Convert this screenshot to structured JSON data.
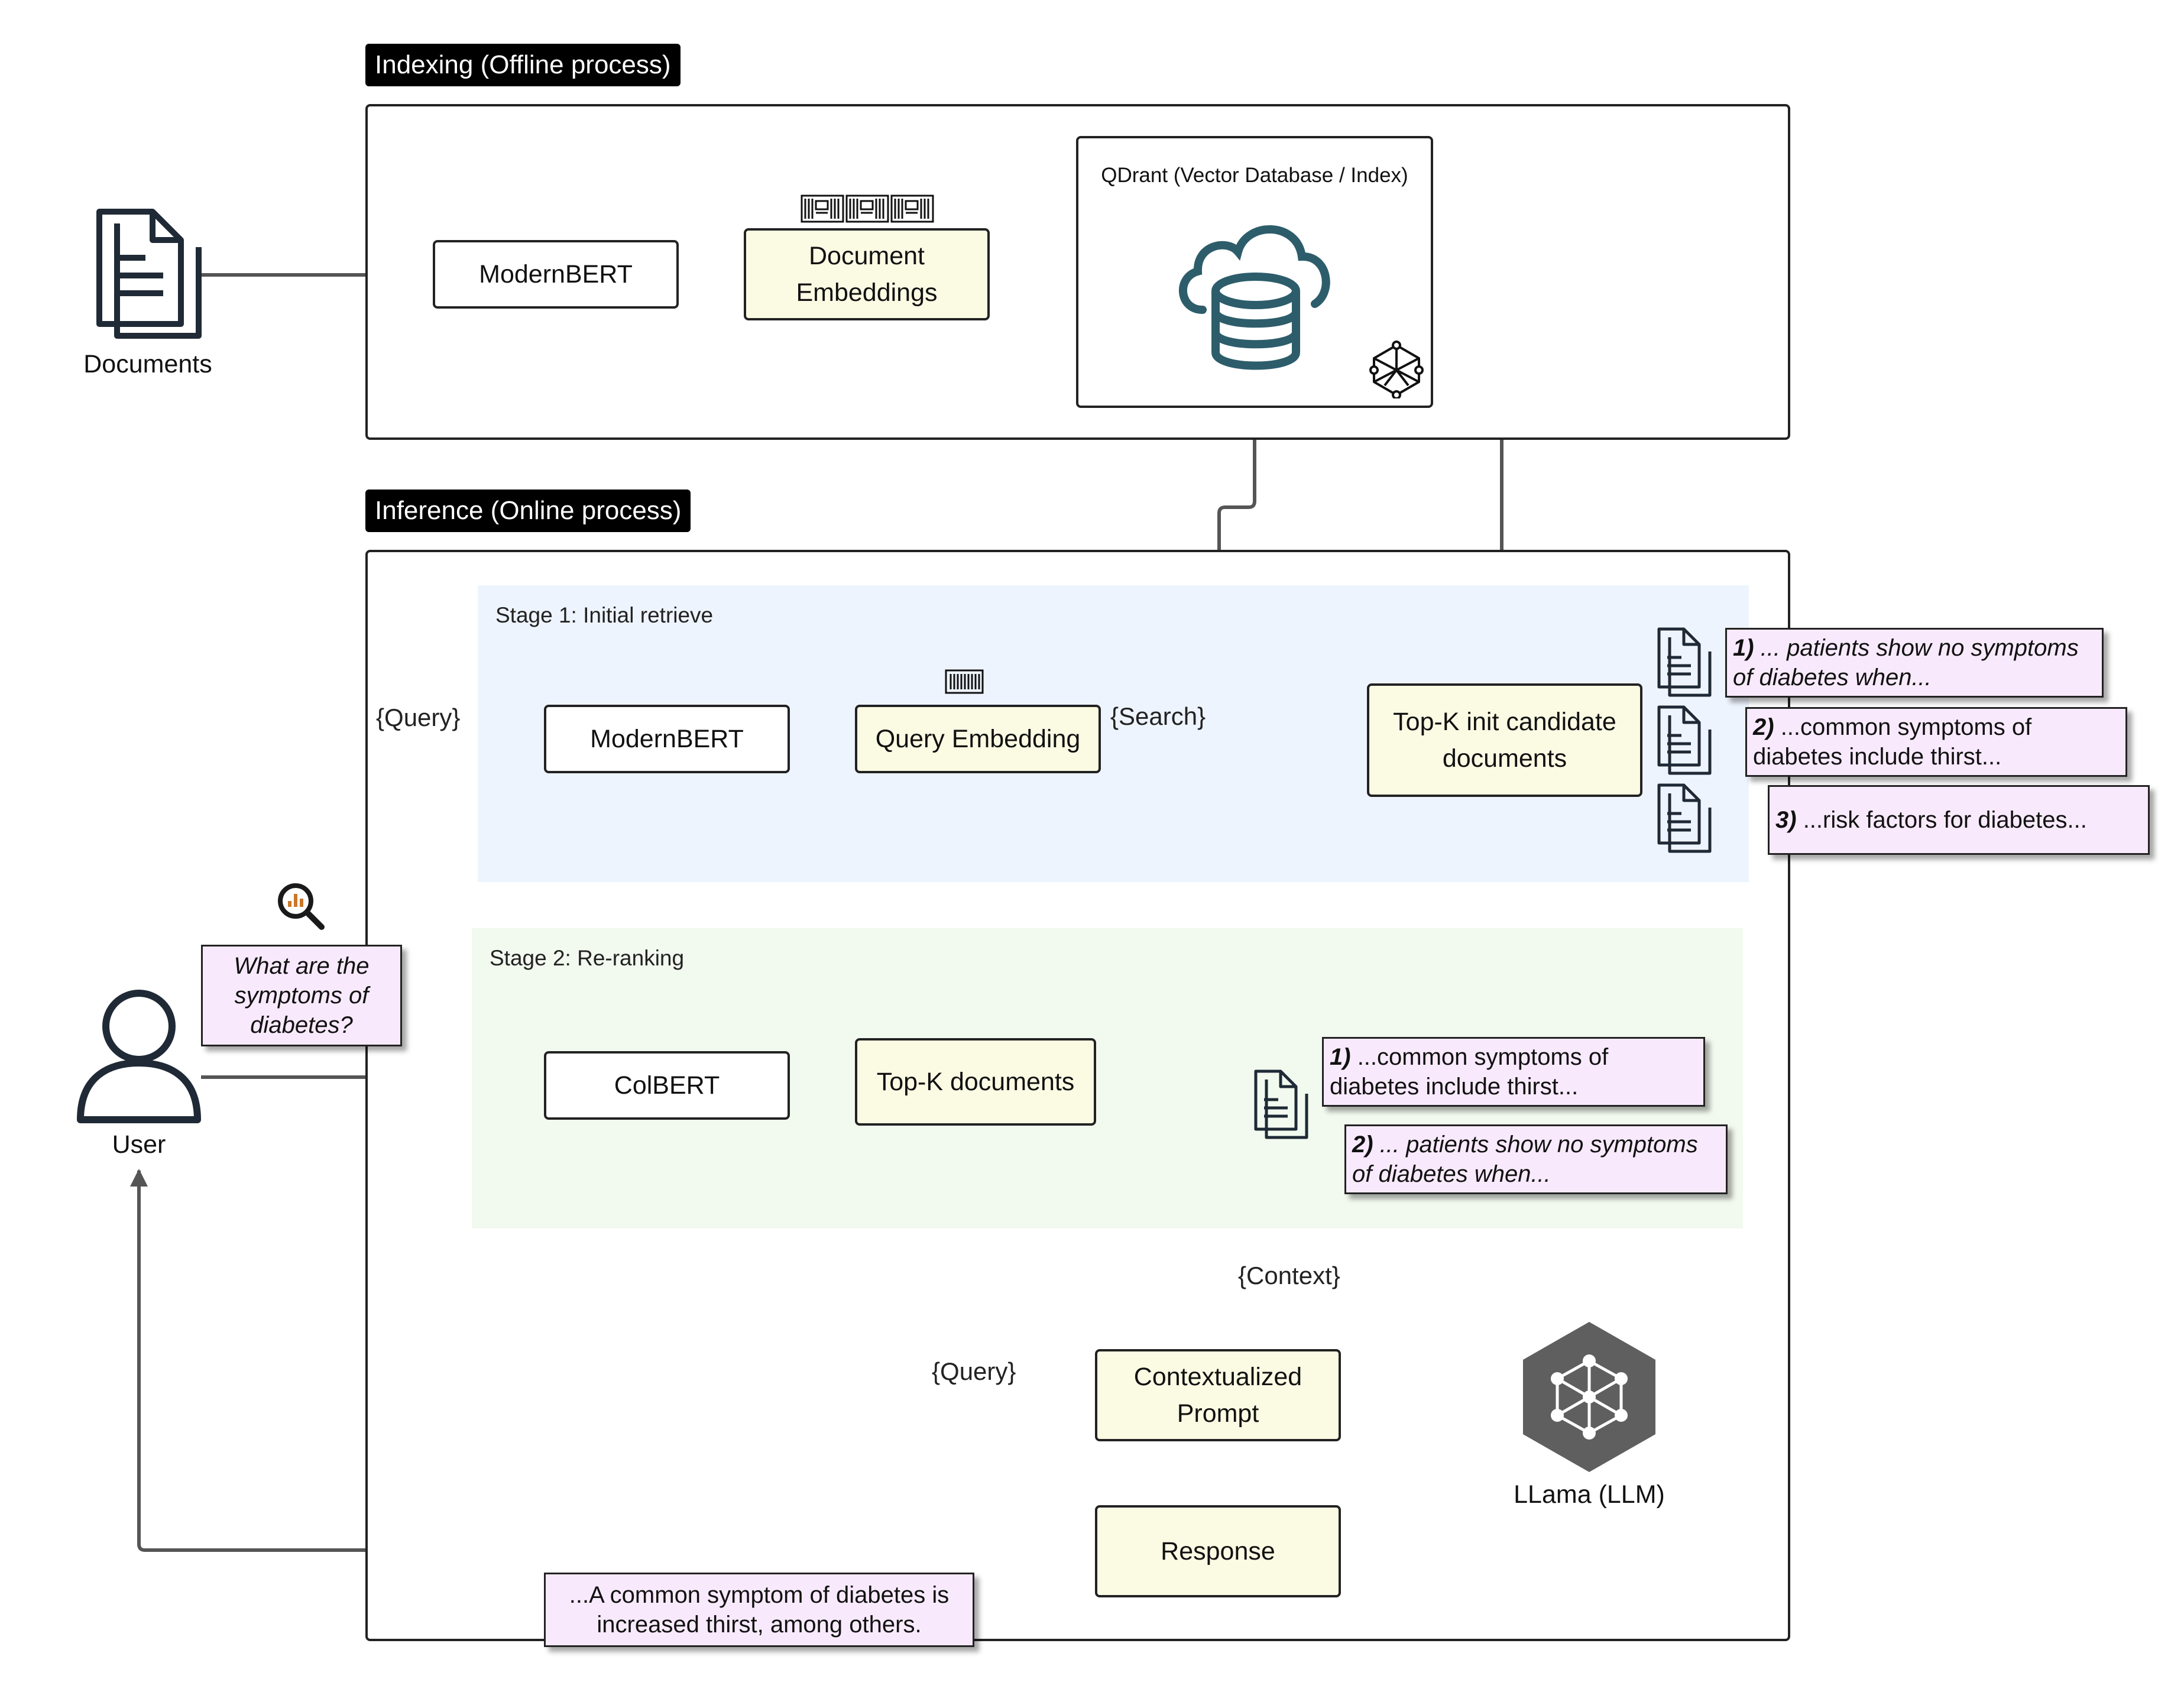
{
  "indexing": {
    "tag": "Indexing (Offline process)",
    "documents_label": "Documents",
    "modernbert_label": "ModernBERT",
    "doc_embeddings_label": "Document\nEmbeddings",
    "qdrant_label": "QDrant (Vector Database / Index)"
  },
  "inference": {
    "tag": "Inference (Online process)",
    "stage1": {
      "title": "Stage 1: Initial retrieve",
      "modernbert_label": "ModernBERT",
      "query_embedding_label": "Query Embedding",
      "topk_init_label": "Top-K init candidate\ndocuments",
      "candidates": [
        {
          "num": "1)",
          "text": " ... patients show no symptoms of diabetes when..."
        },
        {
          "num": "2)",
          "text": " ...common symptoms of diabetes include thirst..."
        },
        {
          "num": "3)",
          "text": " ...risk factors for diabetes..."
        }
      ]
    },
    "stage2": {
      "title": "Stage 2: Re-ranking",
      "colbert_label": "ColBERT",
      "topk_docs_label": "Top-K documents",
      "reranked": [
        {
          "num": "1)",
          "text": " ...common symptoms of diabetes include thirst..."
        },
        {
          "num": "2)",
          "text": " ... patients show no symptoms of diabetes when..."
        }
      ]
    },
    "contextualized_prompt_label": "Contextualized\nPrompt",
    "llm_label": "LLama (LLM)",
    "response_label": "Response",
    "response_text": "...A common symptom of diabetes is increased thirst, among others."
  },
  "user": {
    "label": "User",
    "question": "What are the symptoms of diabetes?"
  },
  "edge_labels": {
    "query_top": "{Query}",
    "search": "{Search}",
    "context": "{Context}",
    "query_bottom": "{Query}"
  },
  "icons": {
    "documents": "documents-icon",
    "cloud_database": "cloud-database-icon",
    "qdrant_logo": "qdrant-logo-icon",
    "embedding_vectors": "vector-barcode-icon",
    "search_analytics": "search-analytics-icon",
    "user": "user-icon",
    "llm": "neural-network-icon",
    "doc_page": "document-page-icon"
  },
  "colors": {
    "node_fill": "#fbfbe4",
    "note_fill": "#f8eafc",
    "stage1_band": "#eef4fd",
    "stage2_band": "#f2f9ef",
    "wire": "#555555",
    "db_teal": "#2d5d6b",
    "llm_gray": "#5f5f5f"
  }
}
